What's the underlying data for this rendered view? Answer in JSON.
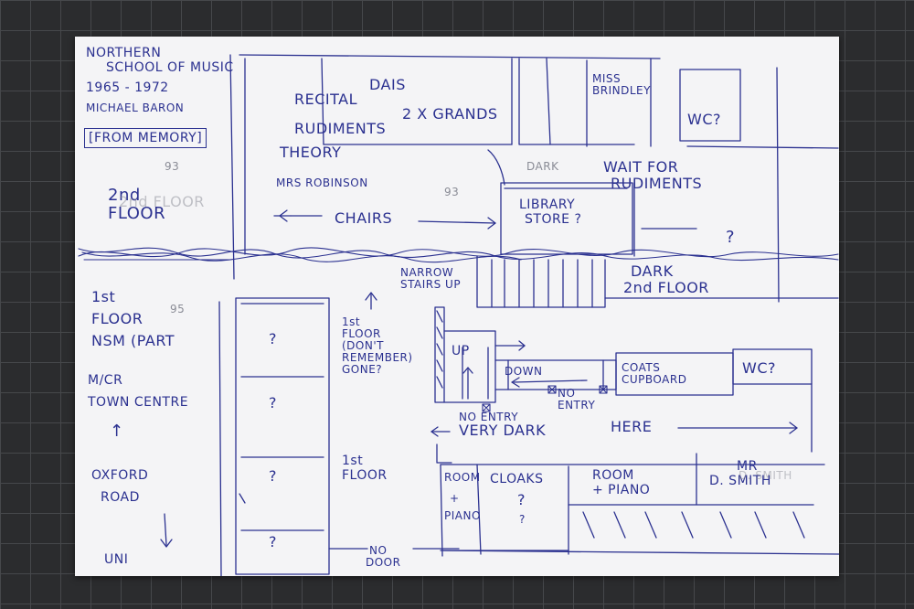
{
  "header": {
    "school": [
      "NORTHERN",
      "SCHOOL OF MUSIC"
    ],
    "years": "1965 - 1972",
    "author": "MICHAEL BARON",
    "note": "[FROM MEMORY]",
    "note_num": "93"
  },
  "second_floor": {
    "label": [
      "2nd",
      "FLOOR"
    ],
    "faint_label": "2nd FLOOR",
    "dais": "DAIS",
    "recital": "RECITAL",
    "grands": "2 X GRANDS",
    "rudiments": "RUDIMENTS",
    "theory": "THEORY",
    "mrs_robinson": "MRS ROBINSON",
    "num": "93",
    "chairs": "CHAIRS",
    "miss_brindley": [
      "MISS",
      "BRINDLEY"
    ],
    "wc": "WC?",
    "dark": "DARK",
    "wait": [
      "WAIT FOR",
      "RUDIMENTS"
    ],
    "library": [
      "LIBRARY",
      "STORE ?"
    ],
    "question": "?",
    "narrow_stairs": [
      "NARROW",
      "STAIRS UP"
    ],
    "dark_2nd": [
      "DARK",
      "2nd FLOOR"
    ]
  },
  "first_floor": {
    "side_label": [
      "1st",
      "FLOOR",
      "NSM (PART"
    ],
    "num": "95",
    "town": [
      "M/CR",
      "TOWN CENTRE"
    ],
    "town_arrow": "↑",
    "oxford": [
      "OXFORD",
      "ROAD"
    ],
    "uni": "UNI",
    "col_q": [
      "?",
      "?",
      "?",
      "?"
    ],
    "dont_remember": [
      "1st",
      "FLOOR",
      "(DON'T",
      "REMEMBER)",
      "GONE?"
    ],
    "floor_label": [
      "1st",
      "FLOOR"
    ],
    "up": "UP",
    "down": "DOWN",
    "no_entry_left": "NO ENTRY",
    "no_entry_right": [
      "NO",
      "ENTRY"
    ],
    "coats": [
      "COATS",
      "CUPBOARD"
    ],
    "wc": "WC?",
    "very_dark": "VERY DARK",
    "here": "HERE",
    "room_piano_small": [
      "ROOM",
      "+",
      "PIANO"
    ],
    "cloaks": "CLOAKS",
    "cloaks_q": "?",
    "cloaks_q2": "?",
    "room_piano": [
      "ROOM",
      "+ PIANO"
    ],
    "mr_smith": [
      "MR",
      "D. SMITH"
    ],
    "mr_smith_faint": "D. SMITH",
    "no_door": [
      "NO",
      "DOOR"
    ]
  }
}
